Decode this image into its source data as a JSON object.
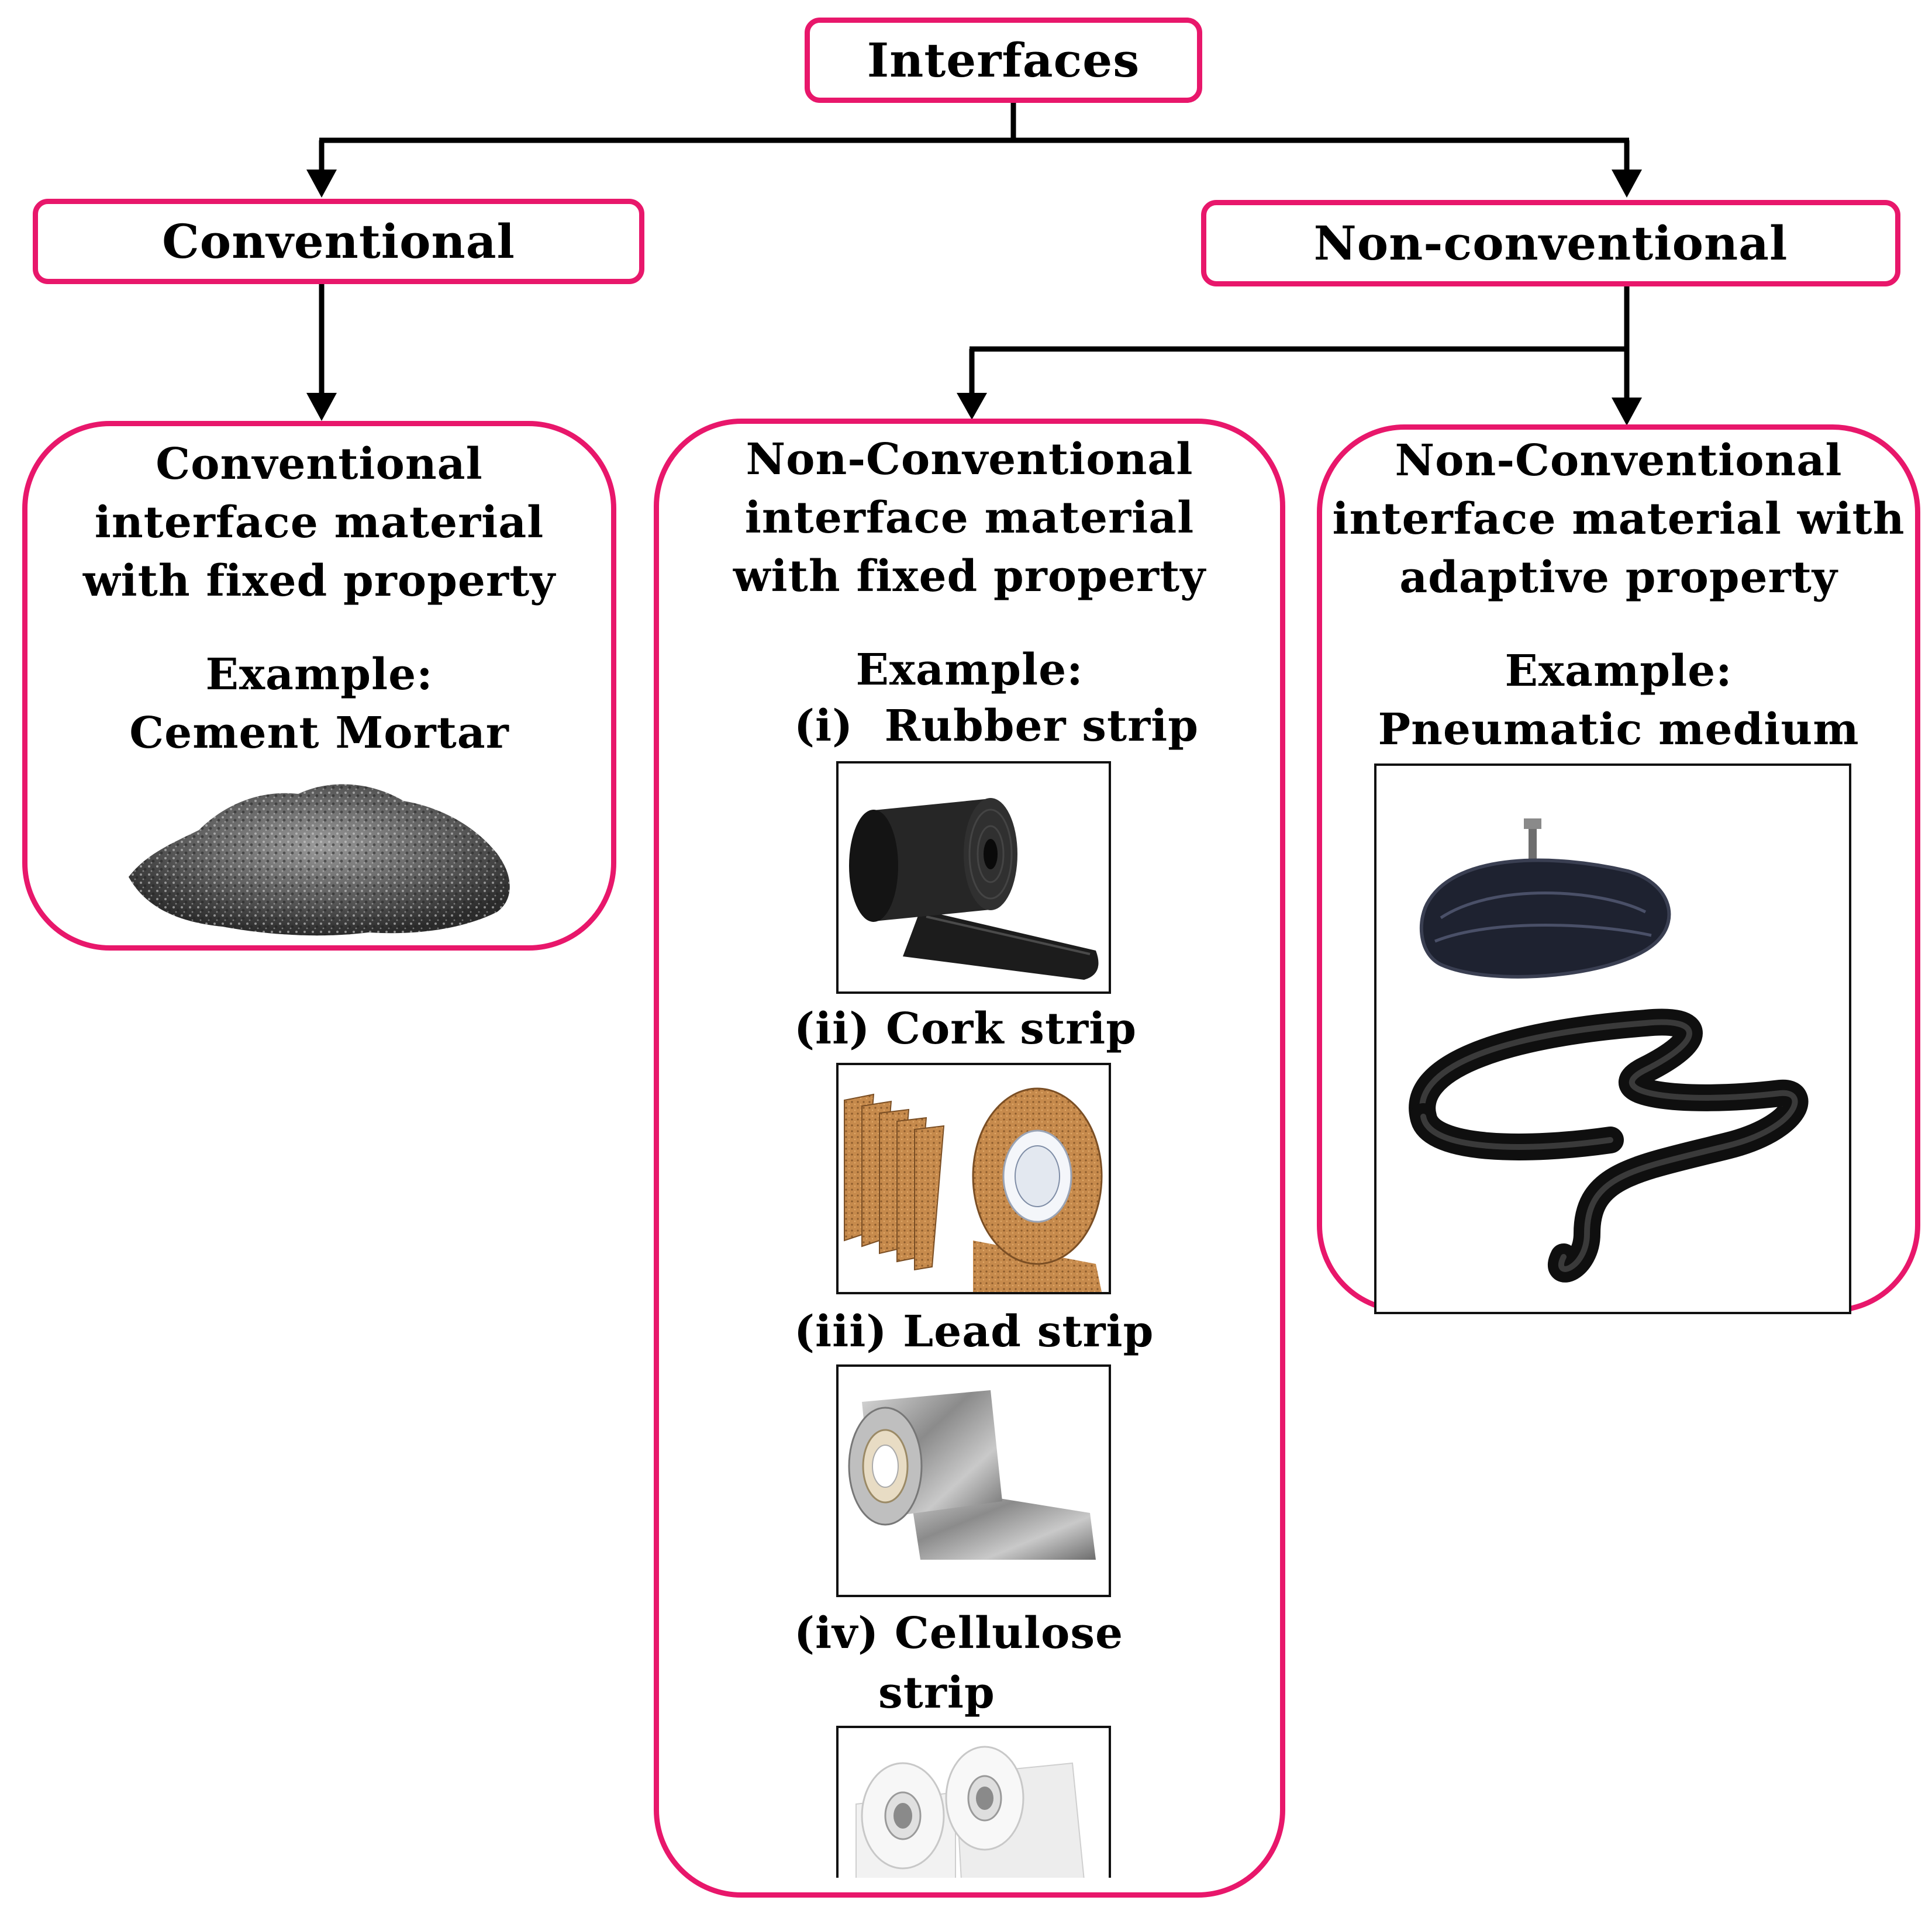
{
  "root": {
    "label": "Interfaces"
  },
  "conventional": {
    "label": "Conventional",
    "panel": {
      "lines": [
        "Conventional",
        "interface material",
        "with fixed property"
      ],
      "example_label": "Example:",
      "example": "Cement Mortar"
    }
  },
  "non_conventional": {
    "label": "Non-conventional",
    "fixed_panel": {
      "lines": [
        "Non-Conventional",
        "interface material",
        "with fixed property"
      ],
      "example_label": "Example:",
      "items": [
        {
          "index": "(i)",
          "name": "Rubber strip"
        },
        {
          "index": "(ii)",
          "name": "Cork strip"
        },
        {
          "index": "(iii)",
          "name": "Lead strip"
        },
        {
          "index": "(iv)",
          "name": "Cellulose",
          "name_line2": "strip"
        }
      ]
    },
    "adaptive_panel": {
      "lines": [
        "Non-Conventional",
        "interface material with",
        "adaptive property"
      ],
      "example_label": "Example:",
      "example": "Pneumatic medium"
    }
  },
  "colors": {
    "box_border": "#e8176b",
    "connector": "#000000"
  },
  "icons": [
    "cement-mortar-image",
    "rubber-roll-image",
    "cork-strip-image",
    "lead-roll-image",
    "cellulose-rolls-image",
    "inner-tube-image"
  ]
}
